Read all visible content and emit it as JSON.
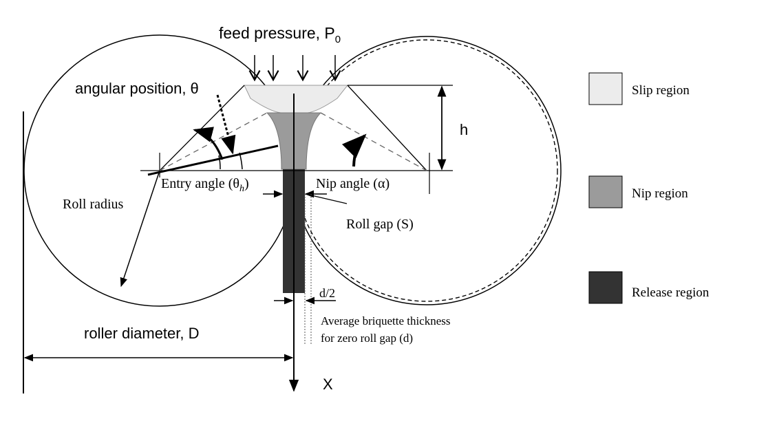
{
  "labels": {
    "feed_pressure": "feed pressure, P",
    "feed_pressure_sub": "0",
    "angular_position": "angular position, θ",
    "h": "h",
    "entry_angle": "Entry angle (θ",
    "entry_angle_sub": "h",
    "entry_angle_close": ")",
    "nip_angle": "Nip angle (α)",
    "roll_radius": "Roll radius",
    "roll_gap": "Roll gap (S)",
    "half_thickness": "d/2",
    "avg_thickness_line1": "Average briquette thickness",
    "avg_thickness_line2": "for zero roll gap (d)",
    "roller_diameter": "roller diameter, D",
    "x_axis": "X"
  },
  "legend": [
    {
      "label": "Slip region",
      "color": "#ececec"
    },
    {
      "label": "Nip region",
      "color": "#9b9b9b"
    },
    {
      "label": "Release region",
      "color": "#333333"
    }
  ],
  "colors": {
    "slip": "#ececec",
    "nip": "#9b9b9b",
    "release": "#333333"
  }
}
